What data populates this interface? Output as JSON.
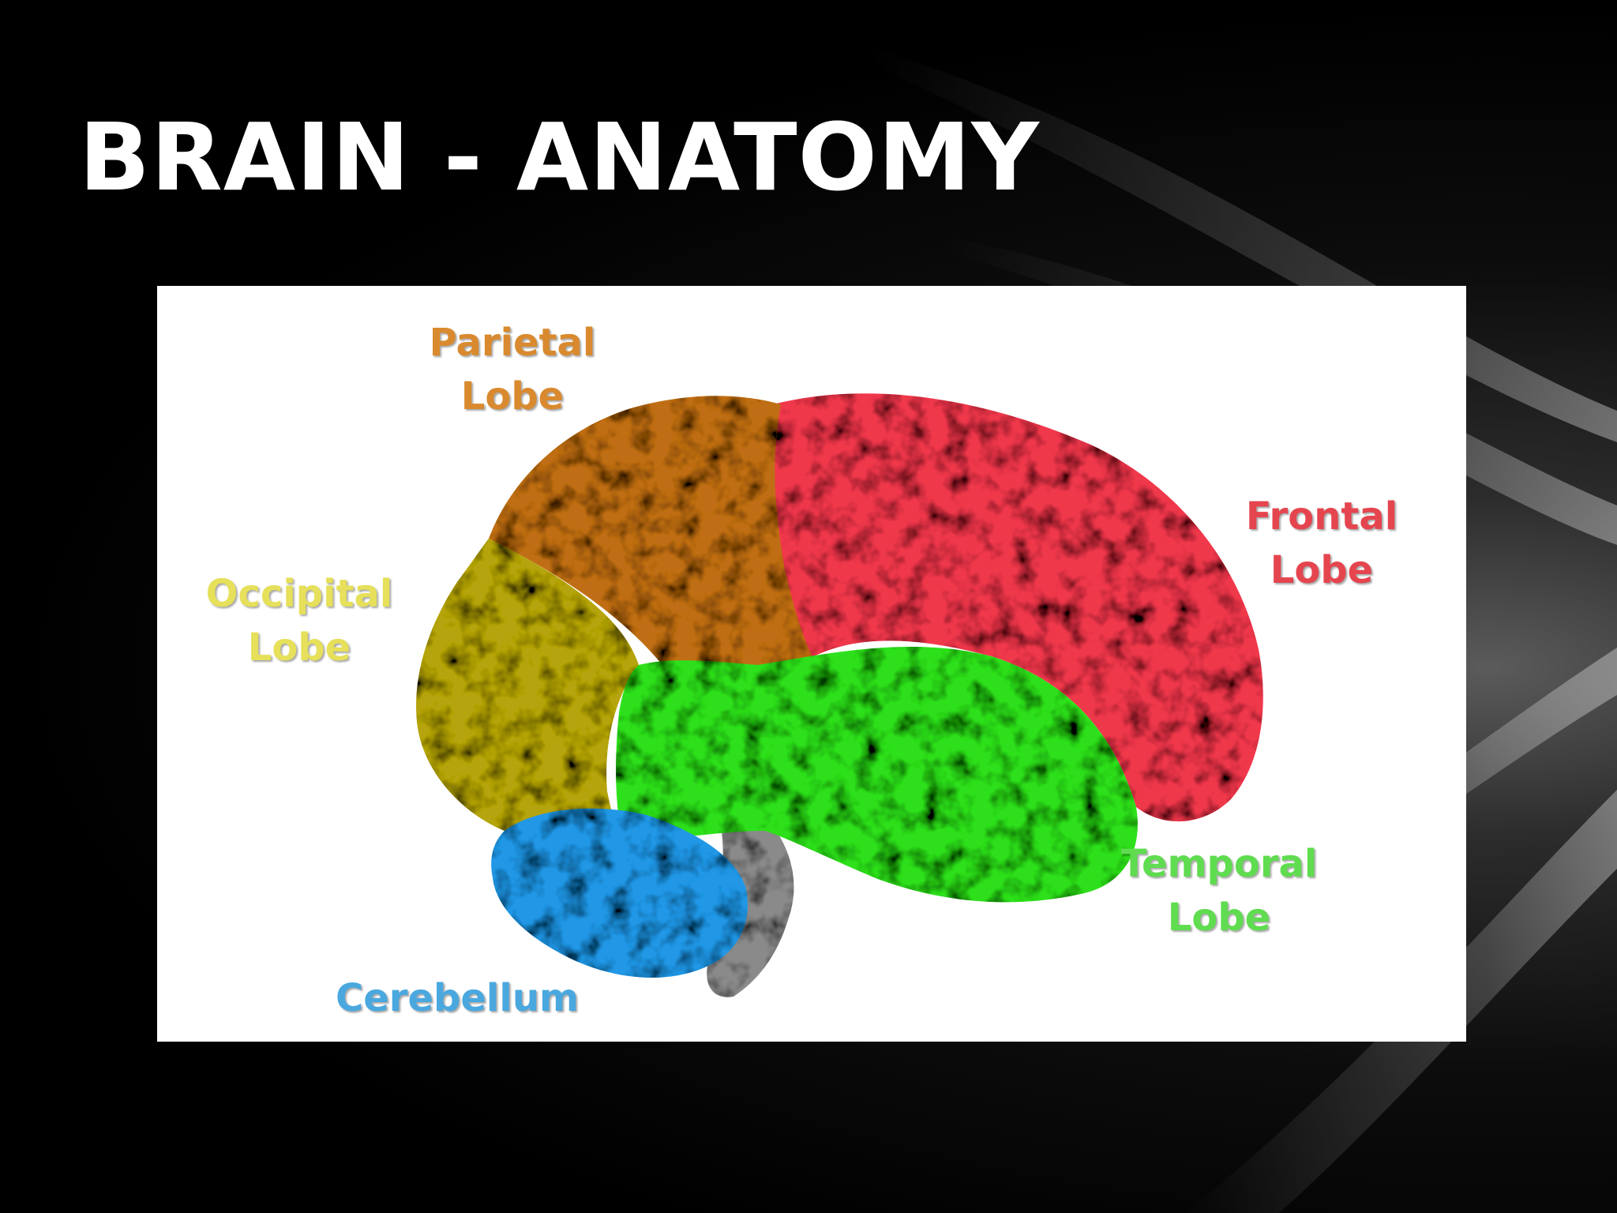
{
  "slide": {
    "title": "BRAIN - ANATOMY"
  },
  "diagram": {
    "labels": {
      "parietal": {
        "line1": "Parietal",
        "line2": "Lobe",
        "color": "#d98a2f"
      },
      "frontal": {
        "line1": "Frontal",
        "line2": "Lobe",
        "color": "#e5454f"
      },
      "occipital": {
        "line1": "Occipital",
        "line2": "Lobe",
        "color": "#e6e05a"
      },
      "temporal": {
        "line1": "Temporal",
        "line2": "Lobe",
        "color": "#5fdc4f"
      },
      "cerebellum": {
        "line1": "Cerebellum",
        "color": "#4aa8df"
      }
    },
    "region_colors": {
      "parietal": "#c06e12",
      "frontal": "#f0394c",
      "occipital": "#b5a40c",
      "temporal": "#2fe01e",
      "cerebellum": "#2497e6",
      "brainstem": "#8a8a8a"
    }
  }
}
